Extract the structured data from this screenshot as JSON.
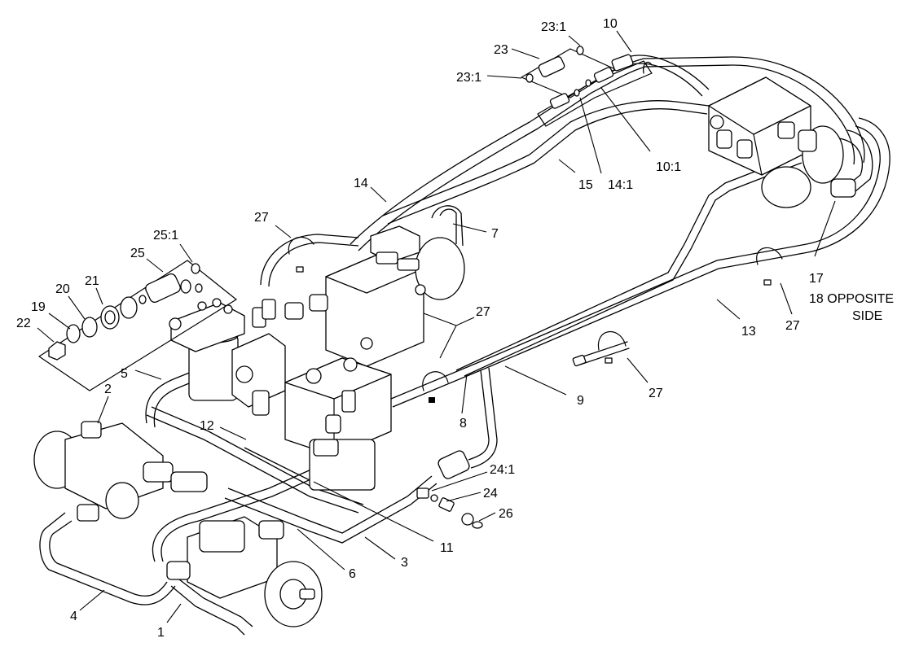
{
  "callouts": [
    {
      "id": "c1",
      "text": "1"
    },
    {
      "id": "c2",
      "text": "2"
    },
    {
      "id": "c3",
      "text": "3"
    },
    {
      "id": "c4",
      "text": "4"
    },
    {
      "id": "c5",
      "text": "5"
    },
    {
      "id": "c6",
      "text": "6"
    },
    {
      "id": "c7",
      "text": "7"
    },
    {
      "id": "c8",
      "text": "8"
    },
    {
      "id": "c9",
      "text": "9"
    },
    {
      "id": "c10",
      "text": "10"
    },
    {
      "id": "c10_1",
      "text": "10:1"
    },
    {
      "id": "c11",
      "text": "11"
    },
    {
      "id": "c12",
      "text": "12"
    },
    {
      "id": "c13",
      "text": "13"
    },
    {
      "id": "c14",
      "text": "14"
    },
    {
      "id": "c14_1",
      "text": "14:1"
    },
    {
      "id": "c15",
      "text": "15"
    },
    {
      "id": "c17",
      "text": "17"
    },
    {
      "id": "c18",
      "text": "18 OPPOSITE"
    },
    {
      "id": "c18b",
      "text": "SIDE"
    },
    {
      "id": "c19",
      "text": "19"
    },
    {
      "id": "c20",
      "text": "20"
    },
    {
      "id": "c21",
      "text": "21"
    },
    {
      "id": "c22",
      "text": "22"
    },
    {
      "id": "c23",
      "text": "23"
    },
    {
      "id": "c23_1a",
      "text": "23:1"
    },
    {
      "id": "c23_1b",
      "text": "23:1"
    },
    {
      "id": "c24",
      "text": "24"
    },
    {
      "id": "c24_1",
      "text": "24:1"
    },
    {
      "id": "c25",
      "text": "25"
    },
    {
      "id": "c25_1",
      "text": "25:1"
    },
    {
      "id": "c26",
      "text": "26"
    },
    {
      "id": "c27a",
      "text": "27"
    },
    {
      "id": "c27b",
      "text": "27"
    },
    {
      "id": "c27c",
      "text": "27"
    },
    {
      "id": "c27d",
      "text": "27"
    }
  ]
}
